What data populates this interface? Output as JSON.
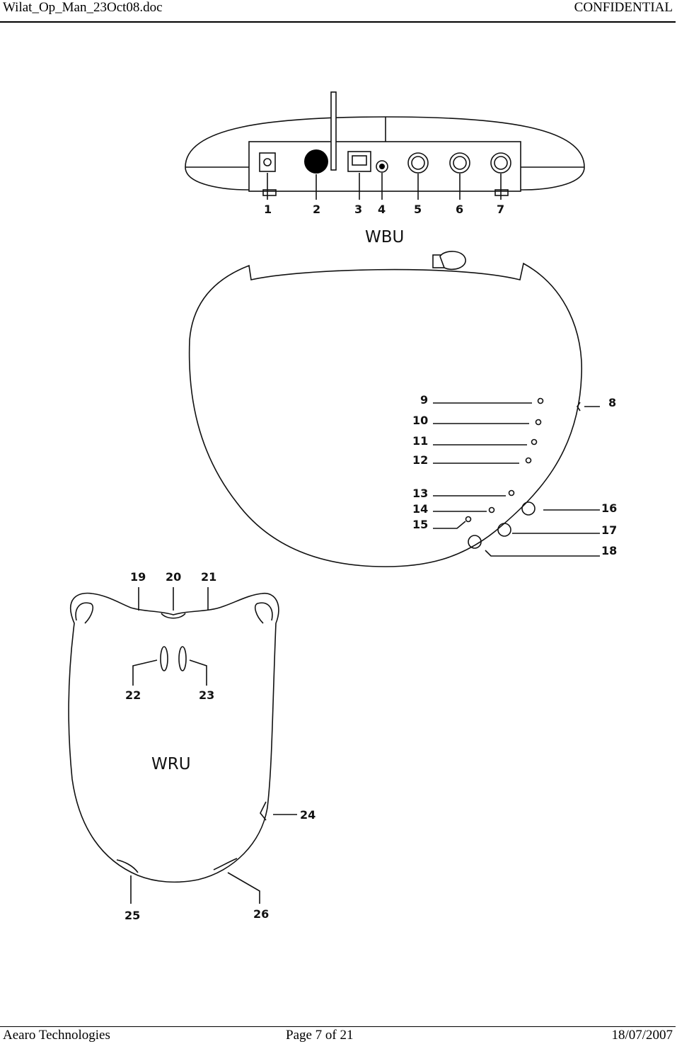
{
  "header": {
    "filename": "Wilat_Op_Man_23Oct08.doc",
    "classification": "CONFIDENTIAL"
  },
  "footer": {
    "company": "Aearo Technologies",
    "page": "Page 7 of 21",
    "date": "18/07/2007"
  },
  "figure": {
    "wbu_label": "WBU",
    "wru_label": "WRU",
    "callouts": [
      "1",
      "2",
      "3",
      "4",
      "5",
      "6",
      "7",
      "8",
      "9",
      "10",
      "11",
      "12",
      "13",
      "14",
      "15",
      "16",
      "17",
      "18",
      "19",
      "20",
      "21",
      "22",
      "23",
      "24",
      "25",
      "26"
    ]
  }
}
